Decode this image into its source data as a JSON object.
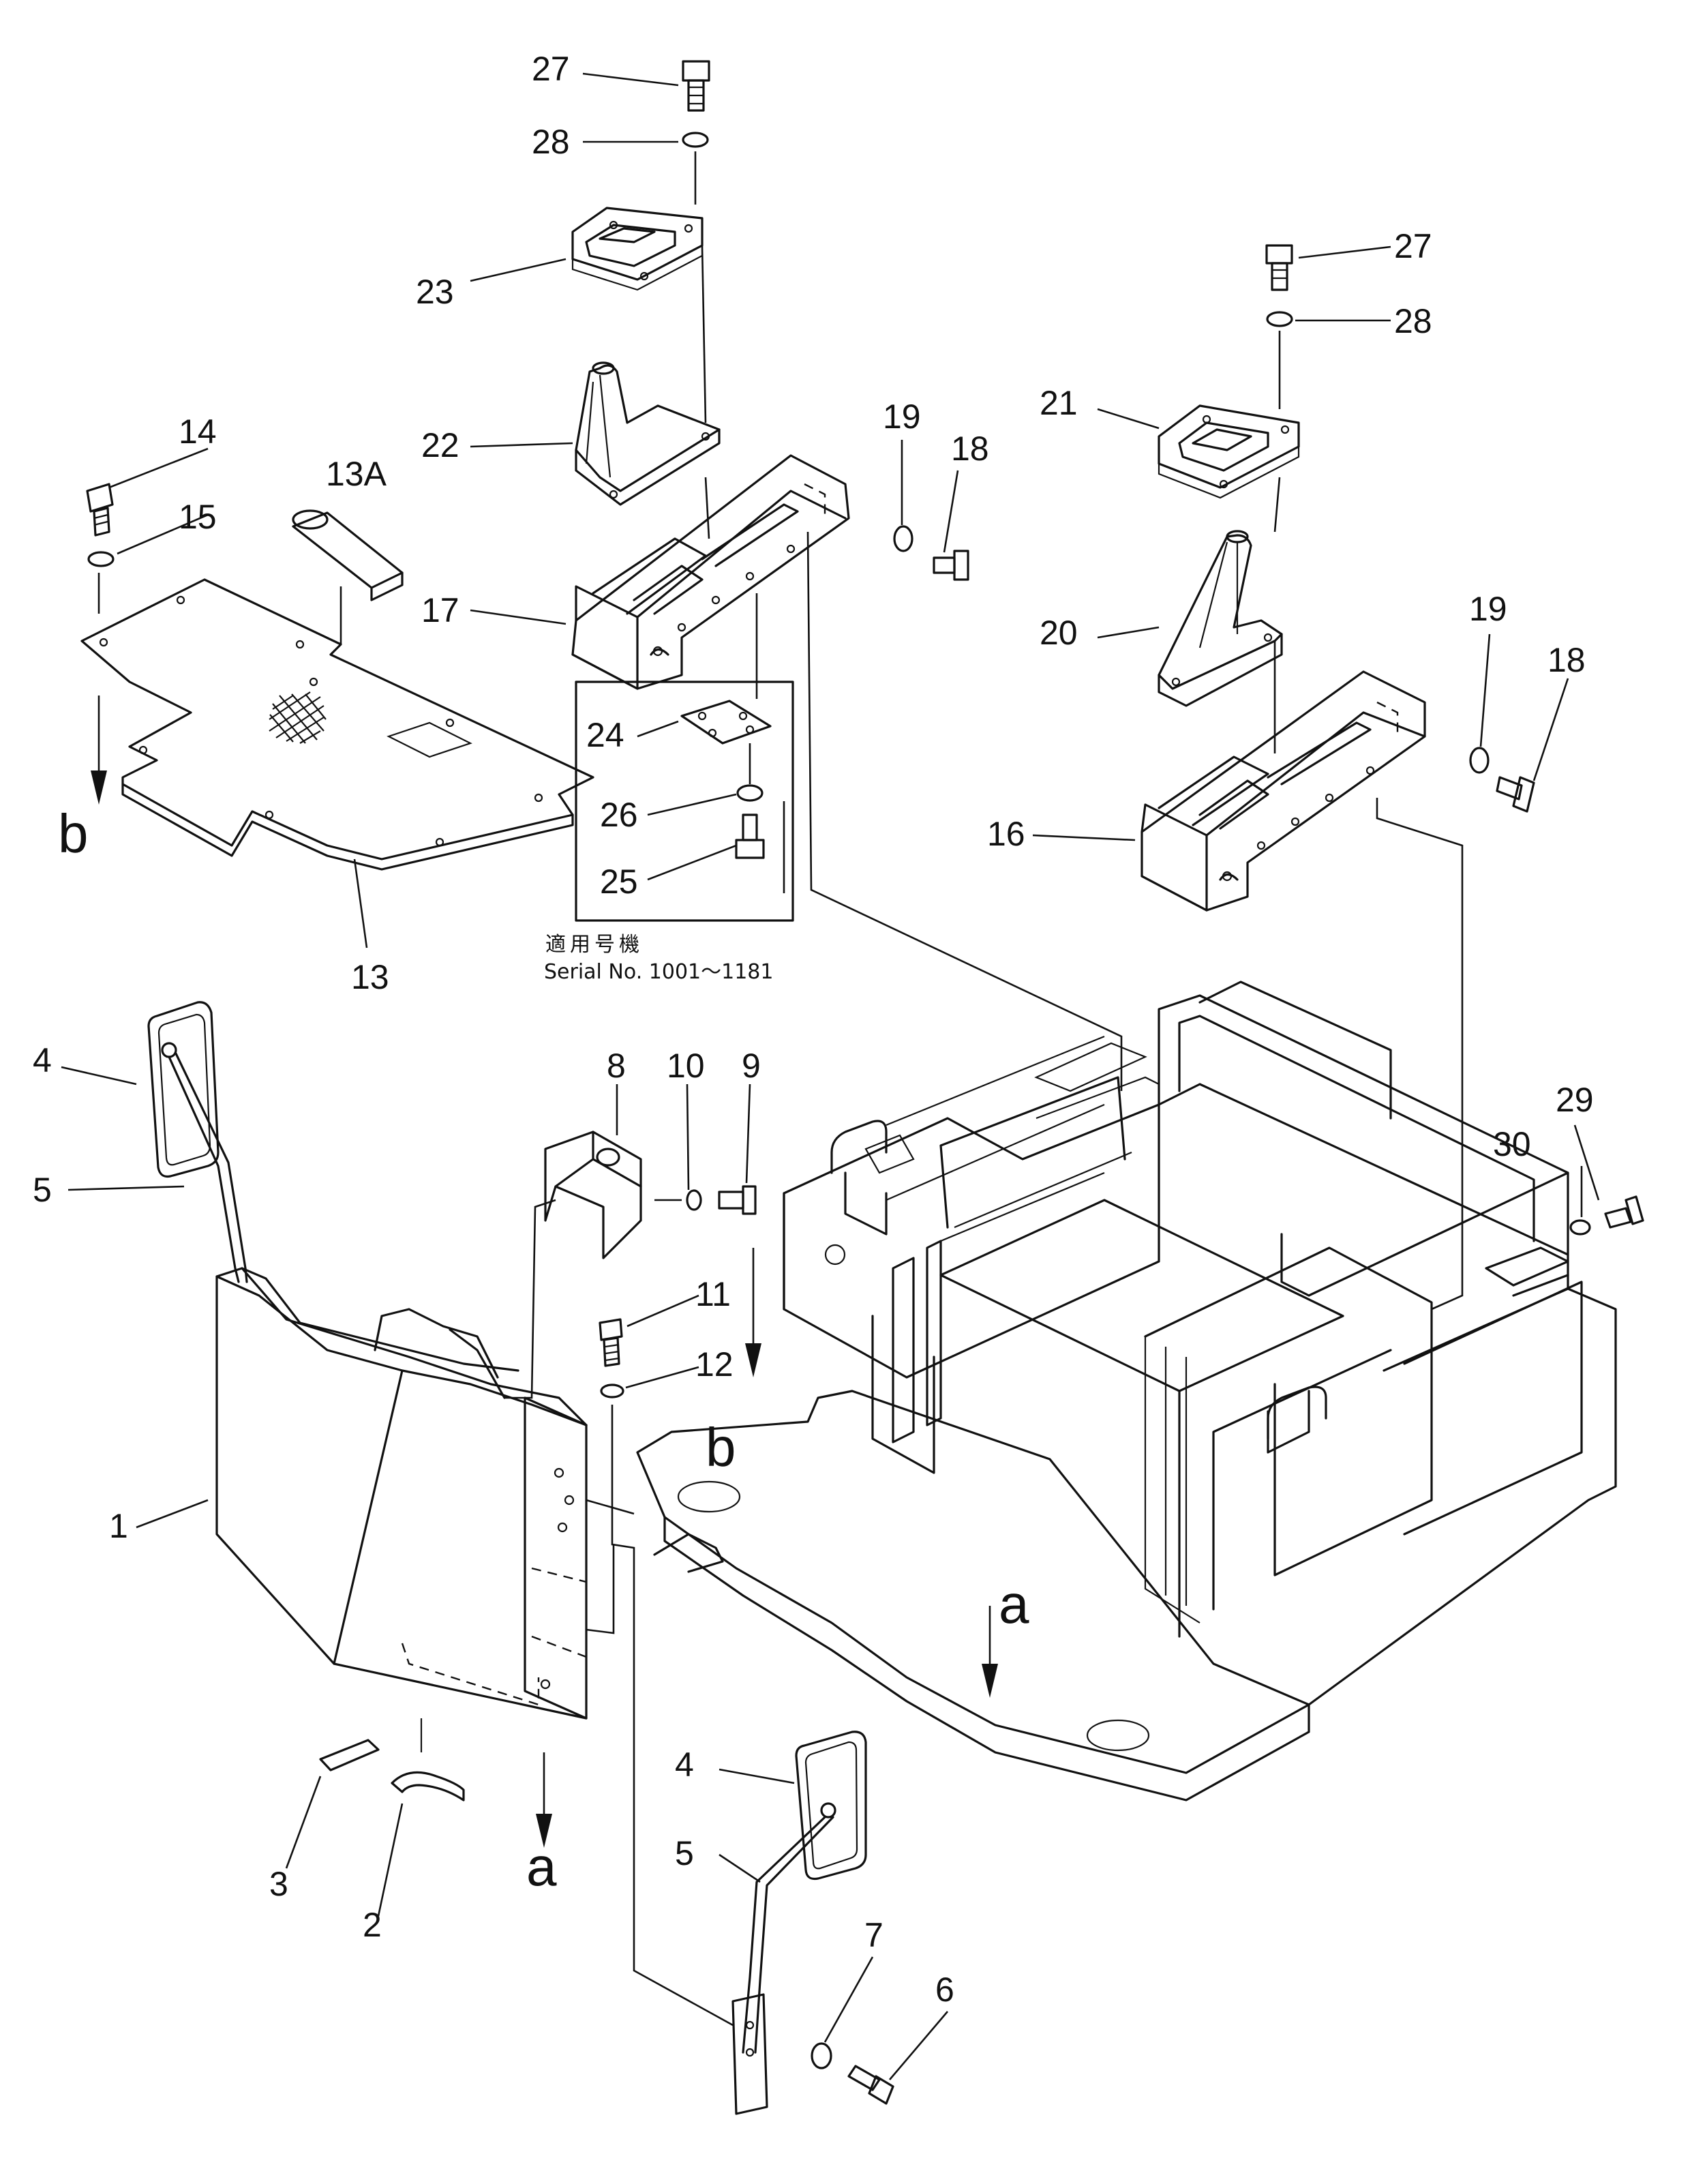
{
  "callouts": {
    "c27a": "27",
    "c28a": "28",
    "c23": "23",
    "c22": "22",
    "c17": "17",
    "c19a": "19",
    "c18a": "18",
    "c24": "24",
    "c26": "26",
    "c25": "25",
    "c14": "14",
    "c13A": "13A",
    "c15": "15",
    "c13": "13",
    "c27b": "27",
    "c28b": "28",
    "c21": "21",
    "c20": "20",
    "c19b": "19",
    "c18b": "18",
    "c16": "16",
    "c4a": "4",
    "c5a": "5",
    "c1": "1",
    "c3": "3",
    "c2": "2",
    "c8": "8",
    "c10": "10",
    "c9": "9",
    "c11": "11",
    "c12": "12",
    "c29": "29",
    "c30": "30",
    "c4b": "4",
    "c5b": "5",
    "c7": "7",
    "c6": "6"
  },
  "view_letters": {
    "b_left": "b",
    "b_frame": "b",
    "a_bottom": "a",
    "a_frame": "a"
  },
  "serial_note": {
    "line1": "適用号機",
    "line2": "Serial  No.  1001～1181"
  }
}
